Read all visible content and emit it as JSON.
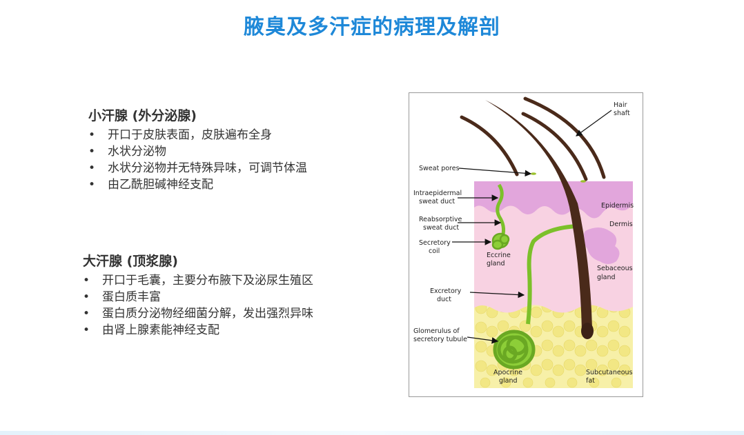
{
  "title": "腋臭及多汗症的病理及解剖",
  "eccrine": {
    "heading": "小汗腺 (外分泌腺)",
    "bullets": [
      "开口于皮肤表面，皮肤遍布全身",
      "水状分泌物",
      "水状分泌物并无特殊异味，可调节体温",
      "由乙酰胆碱神经支配"
    ]
  },
  "apocrine": {
    "heading": "大汗腺 (顶浆腺)",
    "bullets": [
      "开口于毛囊，主要分布腋下及泌尿生殖区",
      "蛋白质丰富",
      "蛋白质分泌物经细菌分解，发出强烈异味",
      "由肾上腺素能神经支配"
    ]
  },
  "diagram": {
    "labels": {
      "hair_shaft_1": "Hair",
      "hair_shaft_2": "shaft",
      "sweat_pores": "Sweat pores",
      "intraepidermal_1": "Intraepidermal",
      "intraepidermal_2": "sweat duct",
      "reabsorptive_1": "Reabsorptive",
      "reabsorptive_2": "sweat duct",
      "secretory_coil_1": "Secretory",
      "secretory_coil_2": "coil",
      "eccrine_gland_1": "Eccrine",
      "eccrine_gland_2": "gland",
      "epidermis": "Epidermis",
      "dermis": "Dermis",
      "sebaceous_1": "Sebaceous",
      "sebaceous_2": "gland",
      "excretory_1": "Excretory",
      "excretory_2": "duct",
      "glomerulus_1": "Glomerulus of",
      "glomerulus_2": "secretory tubule",
      "apocrine_gland_1": "Apocrine",
      "apocrine_gland_2": "gland",
      "subcutaneous_1": "Subcutaneous",
      "subcutaneous_2": "fat"
    },
    "colors": {
      "epidermis": "#e2a6dc",
      "dermis": "#f8d2e2",
      "fat": "#f7f0a8",
      "gland": "#7cc02a",
      "hair": "#4a2a1a"
    }
  }
}
